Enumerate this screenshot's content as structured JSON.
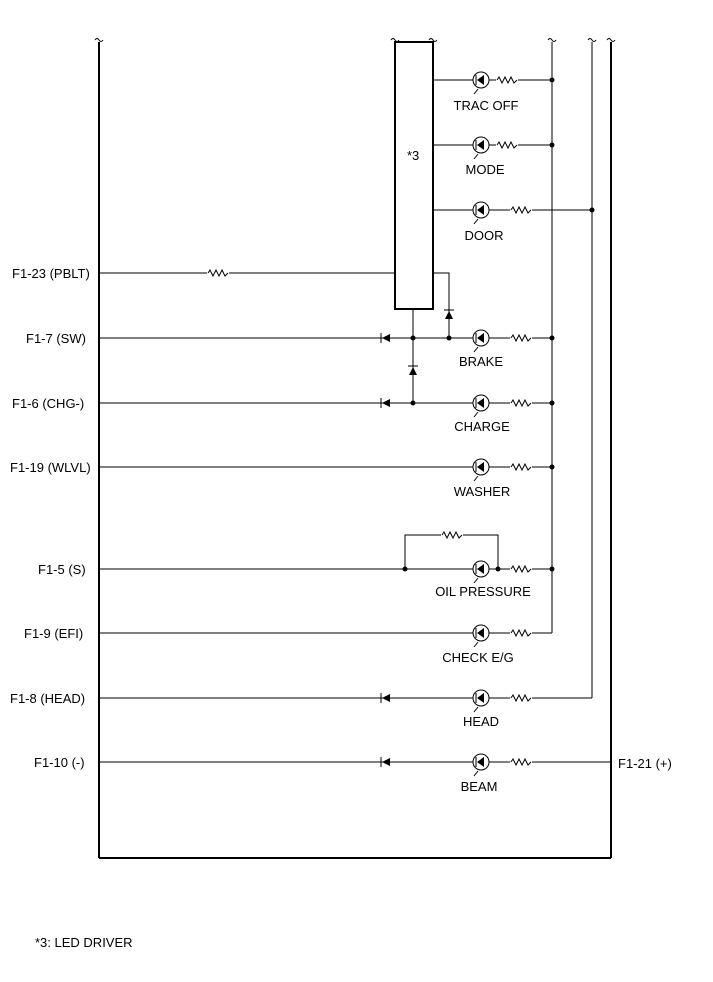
{
  "left_pins": [
    {
      "id": "pblt",
      "label": "F1-23 (PBLT)"
    },
    {
      "id": "sw",
      "label": "F1-7 (SW)"
    },
    {
      "id": "chg",
      "label": "F1-6 (CHG-)"
    },
    {
      "id": "wlvl",
      "label": "F1-19 (WLVL)"
    },
    {
      "id": "s",
      "label": "F1-5 (S)"
    },
    {
      "id": "efi",
      "label": "F1-9 (EFI)"
    },
    {
      "id": "head",
      "label": "F1-8 (HEAD)"
    },
    {
      "id": "minus",
      "label": "F1-10 (-)"
    }
  ],
  "right_pin": {
    "label": "F1-21 (+)"
  },
  "indicators": [
    {
      "id": "trac-off",
      "label": "TRAC OFF"
    },
    {
      "id": "mode",
      "label": "MODE"
    },
    {
      "id": "door",
      "label": "DOOR"
    },
    {
      "id": "brake",
      "label": "BRAKE"
    },
    {
      "id": "charge",
      "label": "CHARGE"
    },
    {
      "id": "washer",
      "label": "WASHER"
    },
    {
      "id": "oil-pressure",
      "label": "OIL PRESSURE"
    },
    {
      "id": "check-eg",
      "label": "CHECK E/G"
    },
    {
      "id": "head",
      "label": "HEAD"
    },
    {
      "id": "beam",
      "label": "BEAM"
    }
  ],
  "led_driver": {
    "tag": "*3"
  },
  "footnote": "*3: LED DRIVER"
}
